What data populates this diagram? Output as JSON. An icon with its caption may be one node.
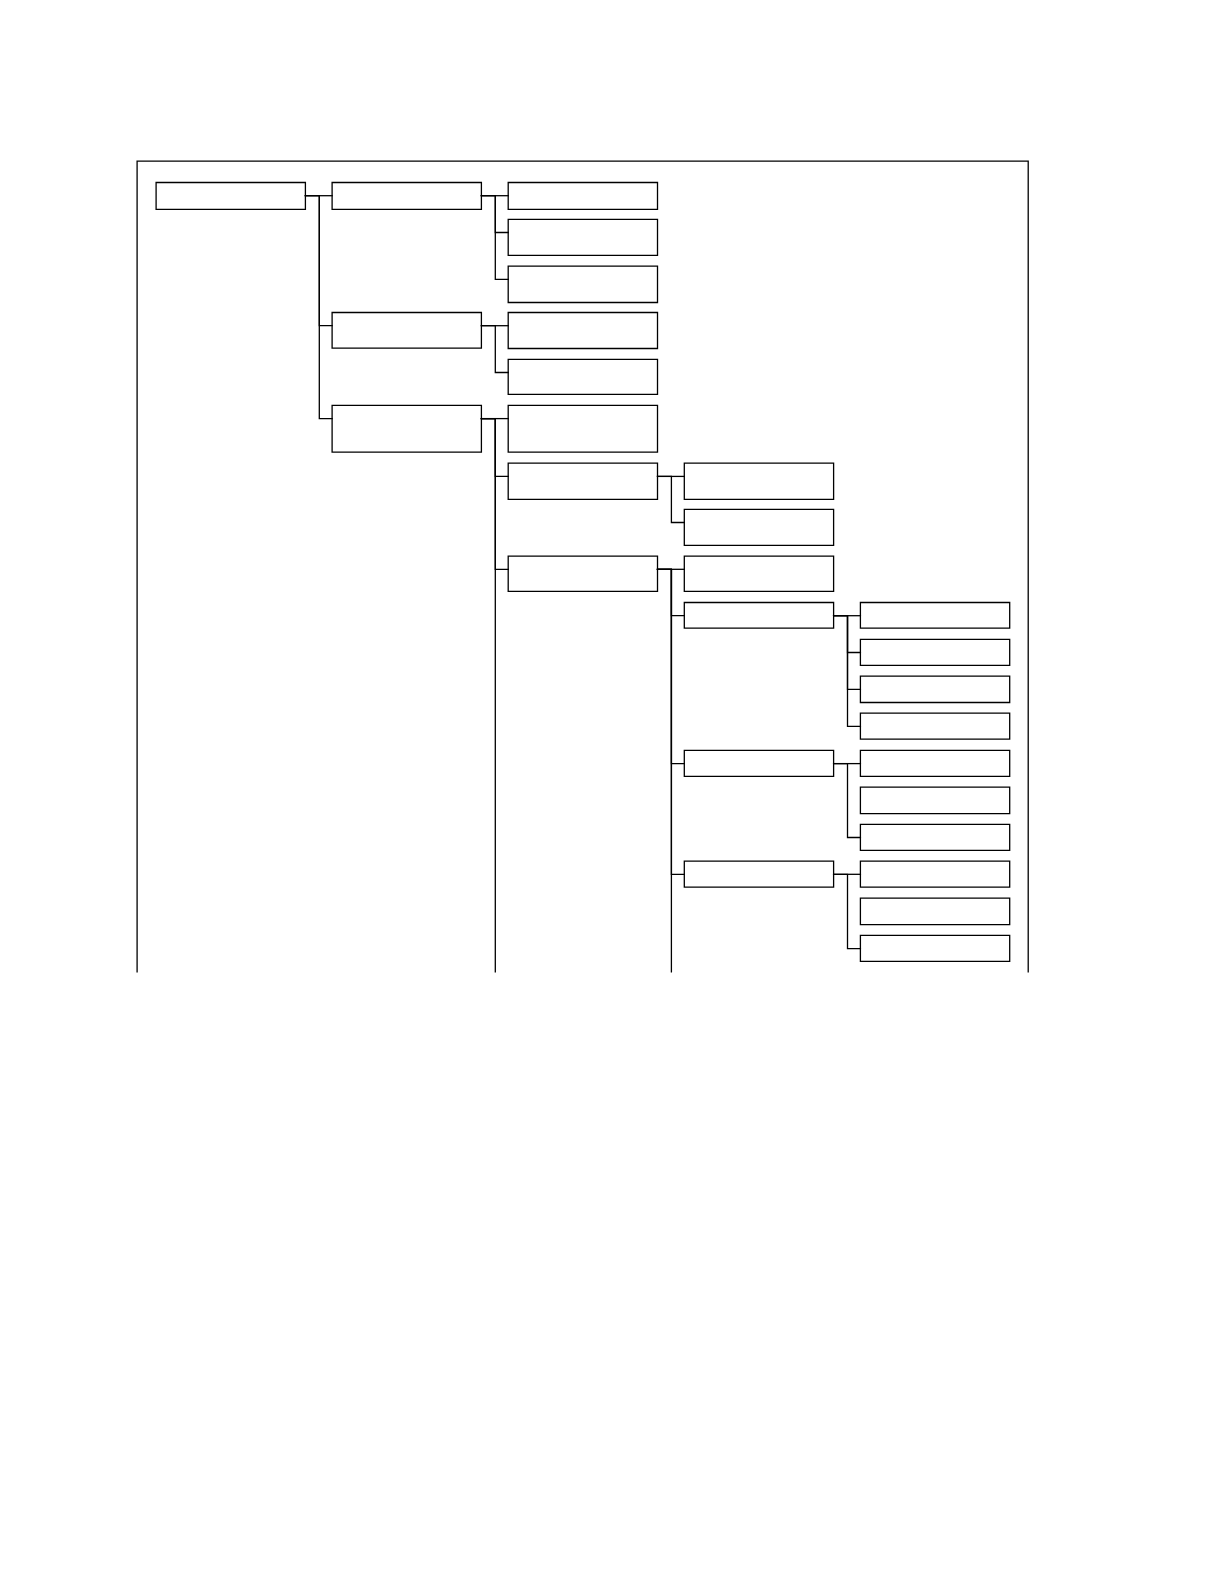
{
  "diagram": {
    "nodes": [
      {
        "text": [],
        "shape": "box"
      },
      {
        "text": [],
        "shape": "box"
      },
      {
        "text": [],
        "shape": "box"
      },
      {
        "text": [],
        "shape": "box"
      },
      {
        "text": [],
        "shape": "box"
      },
      {
        "text": [],
        "shape": "box"
      },
      {
        "text": [],
        "shape": "box"
      },
      {
        "text": [],
        "shape": "box"
      },
      {
        "text": [],
        "shape": "box"
      },
      {
        "text": [],
        "shape": "box"
      },
      {
        "text": [],
        "shape": "box"
      },
      {
        "text": [],
        "shape": "box"
      },
      {
        "text": [],
        "shape": "box"
      },
      {
        "text": [],
        "shape": "box"
      },
      {
        "text": [],
        "shape": "box"
      },
      {
        "text": [],
        "shape": "box"
      },
      {
        "text": [],
        "shape": "box"
      },
      {
        "text": [],
        "shape": "box"
      },
      {
        "text": [],
        "shape": "box"
      },
      {
        "text": [],
        "shape": "box"
      },
      {
        "text": [],
        "shape": "box"
      },
      {
        "text": [],
        "shape": "box"
      },
      {
        "text": [],
        "shape": "box"
      },
      {
        "text": [],
        "shape": "box"
      },
      {
        "text": [],
        "shape": "box"
      },
      {
        "text": [],
        "shape": "box"
      },
      {
        "text": [],
        "shape": "box"
      },
      {
        "text": [],
        "shape": "box"
      }
    ],
    "edges": [
      {
        "from": 0,
        "to": 1,
        "arrow": "none"
      },
      {
        "from": 0,
        "to": 5,
        "arrow": "none"
      },
      {
        "from": 0,
        "to": 8,
        "arrow": "none"
      },
      {
        "from": 1,
        "to": 2,
        "arrow": "none"
      },
      {
        "from": 1,
        "to": 3,
        "arrow": "none"
      },
      {
        "from": 1,
        "to": 4,
        "arrow": "none"
      },
      {
        "from": 5,
        "to": 6,
        "arrow": "none"
      },
      {
        "from": 5,
        "to": 7,
        "arrow": "none"
      },
      {
        "from": 8,
        "to": 9,
        "arrow": "none"
      },
      {
        "from": 8,
        "to": 10,
        "arrow": "none"
      },
      {
        "from": 8,
        "to": 13,
        "arrow": "none"
      },
      {
        "from": 8,
        "to": null,
        "arrow": "none"
      },
      {
        "from": 10,
        "to": 11,
        "arrow": "none"
      },
      {
        "from": 10,
        "to": 12,
        "arrow": "none"
      },
      {
        "from": 13,
        "to": 14,
        "arrow": "none"
      },
      {
        "from": 13,
        "to": 15,
        "arrow": "none"
      },
      {
        "from": 13,
        "to": 20,
        "arrow": "none"
      },
      {
        "from": 13,
        "to": 24,
        "arrow": "none"
      },
      {
        "from": 13,
        "to": null,
        "arrow": "none"
      },
      {
        "from": 15,
        "to": 16,
        "arrow": "none"
      },
      {
        "from": 15,
        "to": 17,
        "arrow": "none"
      },
      {
        "from": 15,
        "to": 18,
        "arrow": "none"
      },
      {
        "from": 15,
        "to": 19,
        "arrow": "none"
      },
      {
        "from": 20,
        "to": 21,
        "arrow": "none"
      },
      {
        "from": 20,
        "to": 23,
        "arrow": "none"
      },
      {
        "from": 24,
        "to": 25,
        "arrow": "none"
      },
      {
        "from": 24,
        "to": 27,
        "arrow": "none"
      }
    ]
  }
}
